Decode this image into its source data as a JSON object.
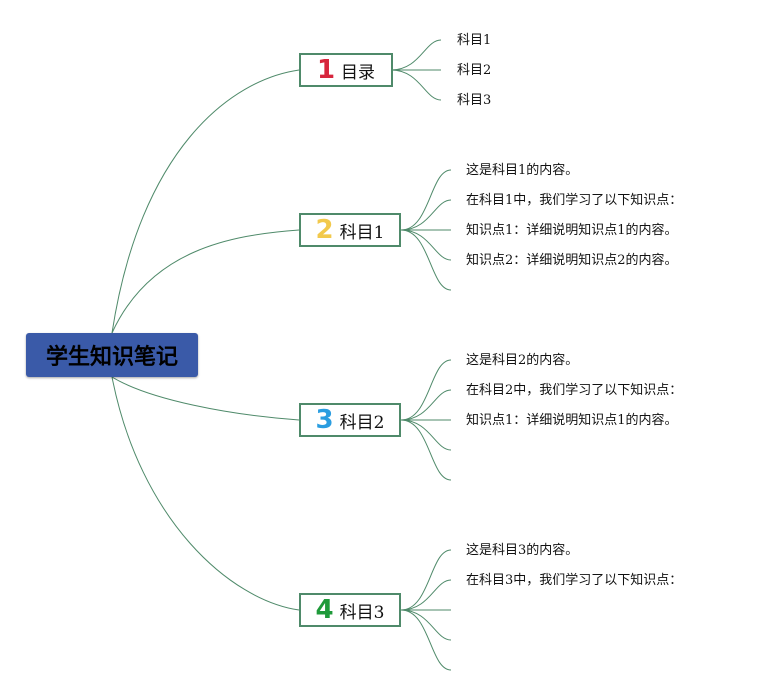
{
  "root": {
    "title": "学生知识笔记"
  },
  "branches": [
    {
      "number": "1",
      "number_color": "#d7263d",
      "label": "目录",
      "items": [
        "科目1",
        "科目2",
        "科目3"
      ]
    },
    {
      "number": "2",
      "number_color": "#f2c94c",
      "label": "科目1",
      "items": [
        "这是科目1的内容。",
        "在科目1中，我们学习了以下知识点：",
        "知识点1：详细说明知识点1的内容。",
        "知识点2：详细说明知识点2的内容。",
        ""
      ]
    },
    {
      "number": "3",
      "number_color": "#2a9de0",
      "label": "科目2",
      "items": [
        "这是科目2的内容。",
        "在科目2中，我们学习了以下知识点：",
        "知识点1：详细说明知识点1的内容。",
        "",
        ""
      ]
    },
    {
      "number": "4",
      "number_color": "#1f9a3a",
      "label": "科目3",
      "items": [
        "这是科目3的内容。",
        "在科目3中，我们学习了以下知识点：",
        "",
        "",
        ""
      ]
    }
  ],
  "colors": {
    "line": "#4f8a6a",
    "root_bg": "#3a5aa8"
  }
}
